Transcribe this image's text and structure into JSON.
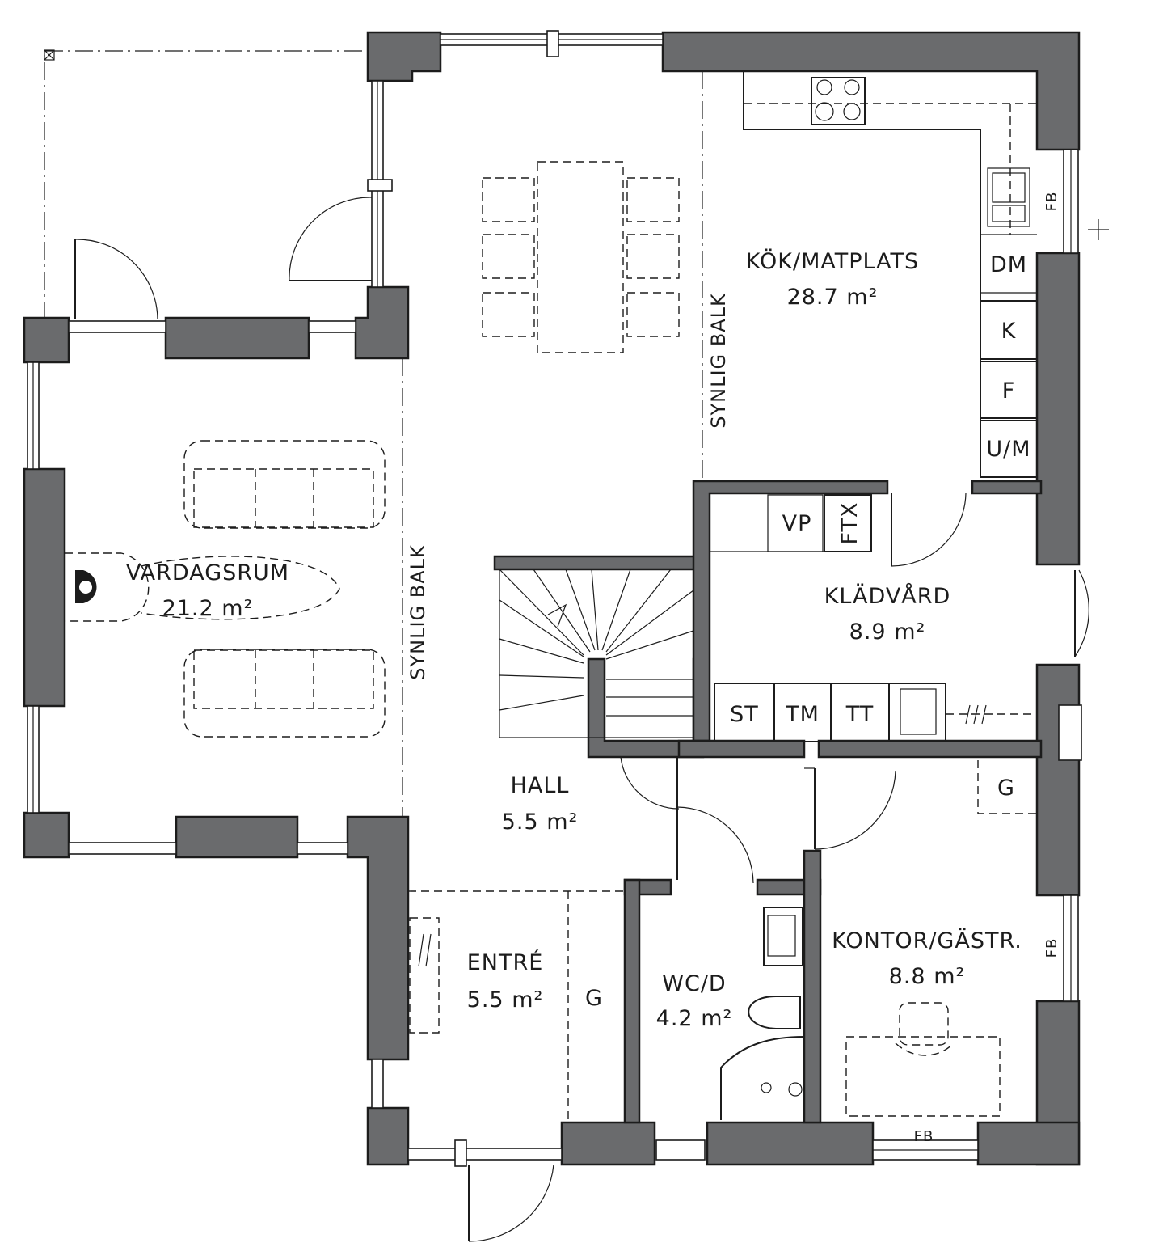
{
  "rooms": {
    "living": {
      "name": "VARDAGSRUM",
      "area": "21.2 m²"
    },
    "kitchen": {
      "name": "KÖK/MATPLATS",
      "area": "28.7 m²"
    },
    "laundry": {
      "name": "KLÄDVÅRD",
      "area": "8.9 m²"
    },
    "hall": {
      "name": "HALL",
      "area": "5.5 m²"
    },
    "entry": {
      "name": "ENTRÉ",
      "area": "5.5 m²"
    },
    "wc": {
      "name": "WC/D",
      "area": "4.2 m²"
    },
    "office": {
      "name": "KONTOR/GÄSTR.",
      "area": "8.8 m²"
    }
  },
  "notes": {
    "beam_left": "SYNLIG BALK",
    "beam_right": "SYNLIG BALK",
    "fb_kitchen": "FB",
    "fb_office": "FB",
    "fb_bottom": "FB"
  },
  "appliances": {
    "dm": "DM",
    "k": "K",
    "f": "F",
    "um": "U/M",
    "vp": "VP",
    "ftx": "FTX",
    "st": "ST",
    "tm": "TM",
    "tt": "TT",
    "g_entry": "G",
    "g_office": "G"
  },
  "colors": {
    "wall": "#6a6b6d",
    "line": "#1c1c1c",
    "background": "#ffffff"
  }
}
